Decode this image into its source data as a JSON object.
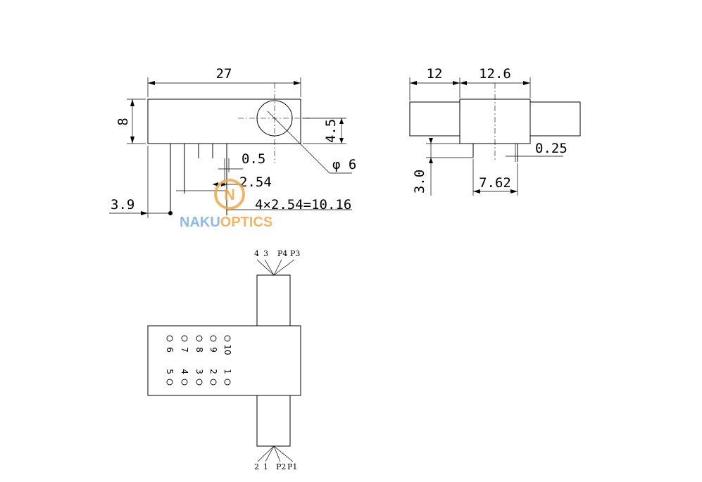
{
  "dimensions": {
    "length": "27",
    "height": "8",
    "hole_offset": "4.5",
    "hole_diameter": "φ 6",
    "pin_width": "0.5",
    "pin_pitch": "2.54",
    "pin_span": "4×2.54=10.16",
    "edge_offset": "3.9",
    "side_left": "12",
    "side_center": "12.6",
    "pin_thickness": "0.25",
    "pin_length": "3.0",
    "row_spacing": "7.62"
  },
  "logo": {
    "badge_letter": "N",
    "text_part1": "NAKU",
    "text_part2": "OPTICS",
    "colors": {
      "badge": "#f0a94a",
      "naku": "#78b0e0",
      "optics": "#f0a94a"
    }
  },
  "top_labels": [
    "4",
    "3",
    "P4",
    "P3"
  ],
  "bottom_labels": [
    "2",
    "1",
    "P2",
    "P1"
  ],
  "pins_top_row": [
    "6",
    "7",
    "8",
    "9",
    "10"
  ],
  "pins_bottom_row": [
    "5",
    "4",
    "3",
    "2",
    "1"
  ]
}
